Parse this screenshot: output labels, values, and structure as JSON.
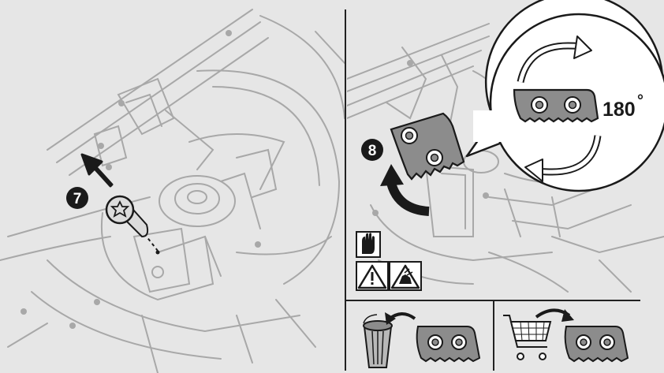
{
  "steps": {
    "remove_screw": {
      "number": "7"
    },
    "rotate_blade": {
      "number": "8"
    }
  },
  "rotation_callout": {
    "angle_label": "180",
    "degree_symbol": "°"
  },
  "icons": {
    "gloves": "safety-gloves-icon",
    "warning": "warning-triangle-icon",
    "cut_hazard": "hand-cut-hazard-icon",
    "dispose": "trash-bin-icon",
    "replace": "shopping-cart-icon"
  },
  "colors": {
    "background": "#e6e6e6",
    "line": "#a8a8a8",
    "ink": "#1a1a1a",
    "blade": "#8c8c8c",
    "divider": "#222222",
    "callout": "#ffffff"
  }
}
